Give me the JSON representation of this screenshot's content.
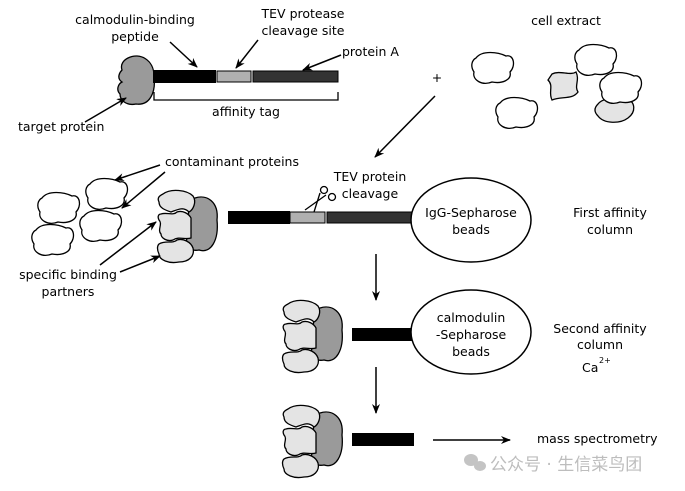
{
  "labels": {
    "cbp_1": "calmodulin-binding",
    "cbp_2": "peptide",
    "tev_site_1": "TEV protease",
    "tev_site_2": "cleavage site",
    "protein_a": "protein A",
    "target_protein": "target protein",
    "affinity_tag": "affinity tag",
    "plus": "+",
    "cell_extract": "cell extract",
    "contaminant_proteins": "contaminant proteins",
    "tev_cleavage_1": "TEV protein",
    "tev_cleavage_2": "cleavage",
    "igg_1": "IgG-Sepharose",
    "igg_2": "beads",
    "first_col_1": "First affinity",
    "first_col_2": "column",
    "partners_1": "specific binding",
    "partners_2": "partners",
    "cam_1": "calmodulin",
    "cam_2": "-Sepharose",
    "cam_3": "beads",
    "second_col_1": "Second affinity",
    "second_col_2": "column",
    "ca": "Ca",
    "ca_charge": "2+",
    "mass_spec": "mass spectrometry"
  },
  "watermark": "公众号 · 生信菜鸟团",
  "colors": {
    "target_protein": "#9a9a9a",
    "cbp": "#000000",
    "tev_site": "#b0b0b0",
    "protein_a": "#333333",
    "partners": "#e4e4e4"
  }
}
